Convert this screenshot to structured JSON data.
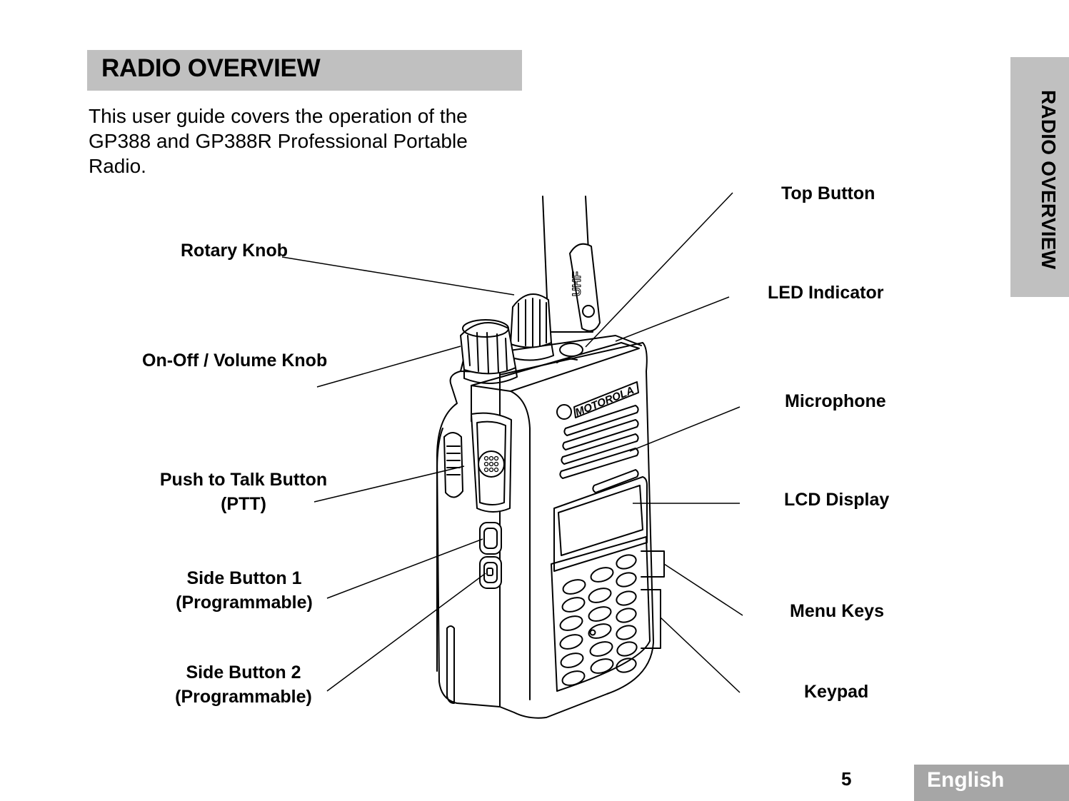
{
  "header": {
    "title": "RADIO OVERVIEW"
  },
  "intro": {
    "line1": "This user guide covers the operation of the",
    "line2": "GP388 and GP388R Professional Portable",
    "line3": "Radio."
  },
  "side_tab": {
    "label": "RADIO OVERVIEW"
  },
  "callouts": {
    "rotary_knob": "Rotary Knob",
    "volume_knob": "On-Off / Volume Knob",
    "ptt_line1": "Push to Talk Button",
    "ptt_line2": "(PTT)",
    "side1_line1": "Side Button 1",
    "side1_line2": "(Programmable)",
    "side2_line1": "Side Button 2",
    "side2_line2": "(Programmable)",
    "top_button": "Top Button",
    "led_indicator": "LED Indicator",
    "microphone": "Microphone",
    "lcd_display": "LCD Display",
    "menu_keys": "Menu Keys",
    "keypad": "Keypad"
  },
  "radio_markings": {
    "brand": "MOTOROLA",
    "band": "UHF"
  },
  "footer": {
    "page_number": "5",
    "language": "English"
  },
  "colors": {
    "title_bar": "#c0c0c0",
    "side_tab": "#c0c0c0",
    "language_tab": "#a6a6a6",
    "language_text": "#ffffff",
    "text": "#000000"
  }
}
